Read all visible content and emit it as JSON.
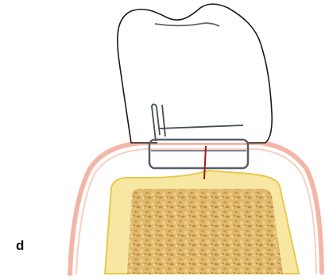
{
  "figure": {
    "panel_label": "d",
    "parts": {
      "crown": "tooth-crown",
      "gingiva": "gingiva",
      "bone": "alveolar-bone",
      "cancellous": "cancellous-bone",
      "implant_collar": "implant-collar",
      "central_line": "central-line",
      "wire": "wire-marker"
    },
    "colors": {
      "outline": "#1a1a1a",
      "gingiva": "#f3b6a6",
      "gingiva_fill": "#ffffff",
      "bone_fill": "#f7e7a3",
      "bone_edge": "#e7c84f",
      "cancellous": "#e0b96e",
      "cancellous_dots": "#c59a48",
      "collar": "#555f6a",
      "central_line": "#a01818"
    }
  }
}
